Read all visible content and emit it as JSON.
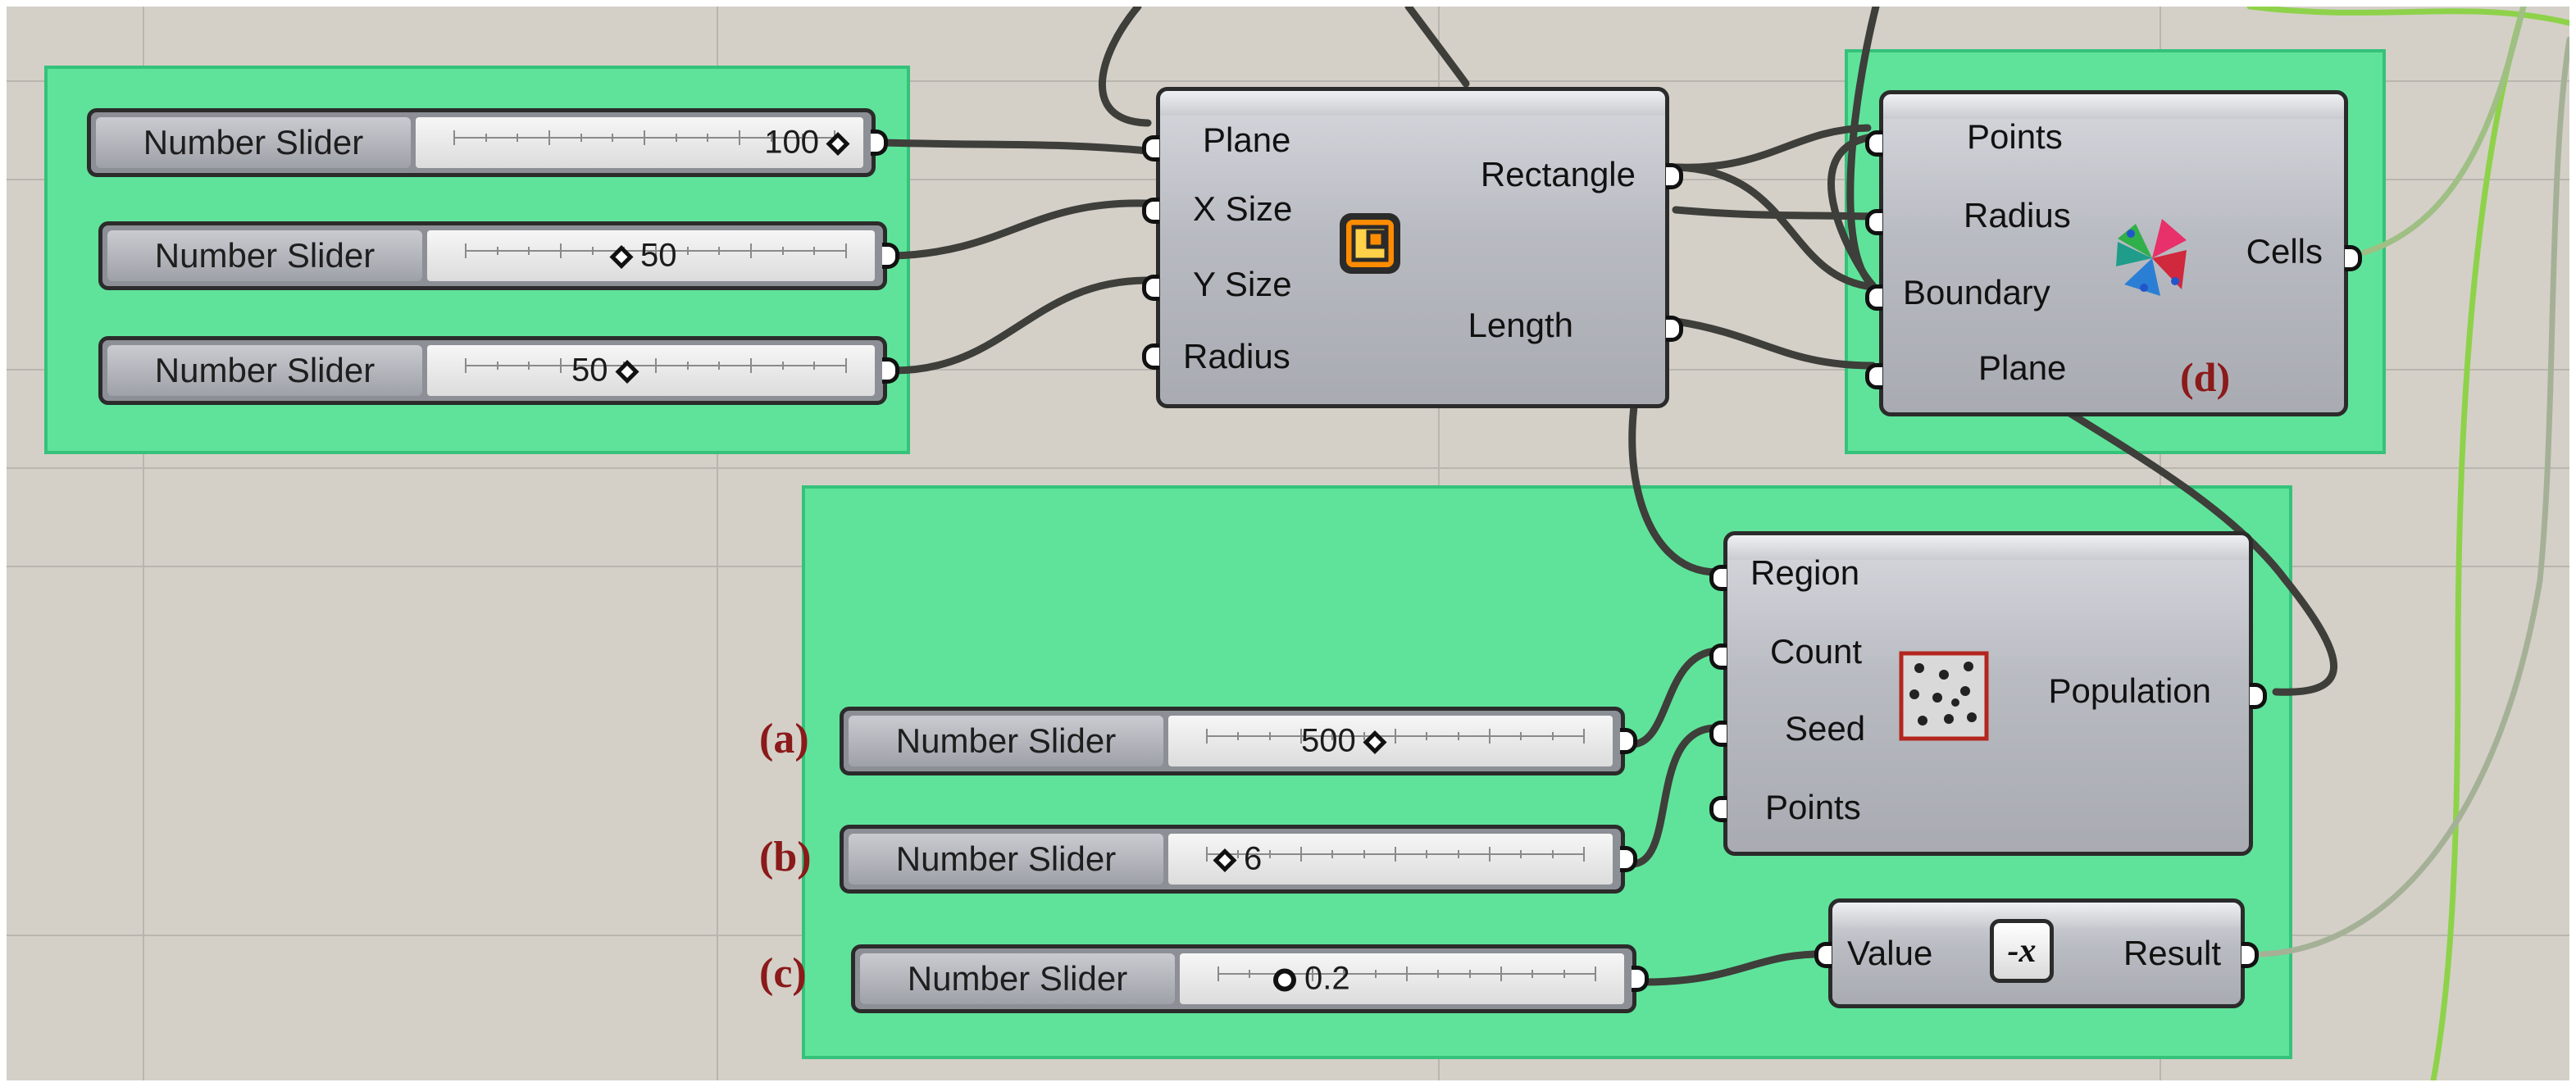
{
  "sliders": {
    "s1": {
      "label": "Number Slider",
      "value": "100"
    },
    "s2": {
      "label": "Number Slider",
      "value": "50"
    },
    "s3": {
      "label": "Number Slider",
      "value": "50"
    },
    "sa": {
      "label": "Number Slider",
      "value": "500"
    },
    "sb": {
      "label": "Number Slider",
      "value": "6"
    },
    "sc": {
      "label": "Number Slider",
      "value": "0.2"
    }
  },
  "rectangle": {
    "inputs": [
      "Plane",
      "X Size",
      "Y Size",
      "Radius"
    ],
    "outputs": [
      "Rectangle",
      "Length"
    ],
    "icon": "rectangle-icon"
  },
  "voronoi": {
    "inputs": [
      "Points",
      "Radius",
      "Boundary",
      "Plane"
    ],
    "outputs": [
      "Cells"
    ],
    "icon": "voronoi-icon"
  },
  "populate": {
    "inputs": [
      "Region",
      "Count",
      "Seed",
      "Points"
    ],
    "outputs": [
      "Population"
    ],
    "icon": "populate-icon"
  },
  "negative": {
    "inputs": [
      "Value"
    ],
    "outputs": [
      "Result"
    ],
    "icon_label": "-x"
  },
  "annotations": {
    "a": "(a)",
    "b": "(b)",
    "c": "(c)",
    "d": "(d)"
  },
  "colors": {
    "canvas": "#d4d0c8",
    "group": "#5fe39a",
    "wire": "#3e3e3a",
    "wire_green": "#8ed24a",
    "annotation": "#8b1a1a",
    "rect_icon": "#ff8c00"
  }
}
